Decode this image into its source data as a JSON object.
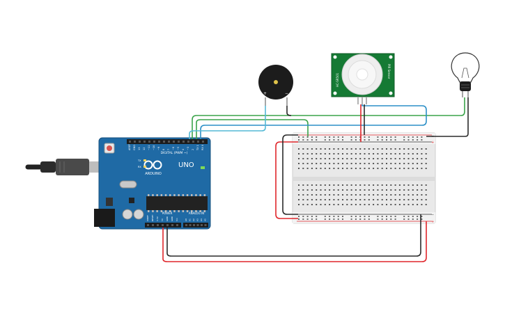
{
  "arduino": {
    "brand": "ARDUINO",
    "model": "UNO",
    "digital_label": "DIGITAL (PWM ~)",
    "power_label": "POWER",
    "analog_label": "ANALOG IN",
    "led_labels": [
      "TX",
      "RX"
    ],
    "header_labels": [
      "AREF",
      "GND",
      "13",
      "12",
      "~11",
      "~10",
      "~9",
      "8",
      "7",
      "~6",
      "~5",
      "4",
      "~3",
      "2",
      "TX 1",
      "RX 0"
    ],
    "power_pins": [
      "IOREF",
      "RESET",
      "3.3V",
      "5V",
      "GND",
      "GND",
      "Vin"
    ],
    "analog_pins": [
      "A0",
      "A1",
      "A2",
      "A3",
      "A4",
      "A5"
    ]
  },
  "buzzer": {
    "pin_plus": "+",
    "pin_minus": "−"
  },
  "pir": {
    "side_left": "HC-SR501",
    "side_right": "PIR Sensor"
  },
  "breadboard": {
    "rail_plus": "+",
    "rail_minus": "−"
  },
  "colors": {
    "board": "#1f6aa5",
    "wire_red": "#e0262b",
    "wire_black": "#2a2a2a",
    "wire_green": "#3aa34a",
    "wire_blue": "#2b8fc7",
    "wire_cyan": "#54b9d6",
    "pcb_green": "#157a34"
  }
}
